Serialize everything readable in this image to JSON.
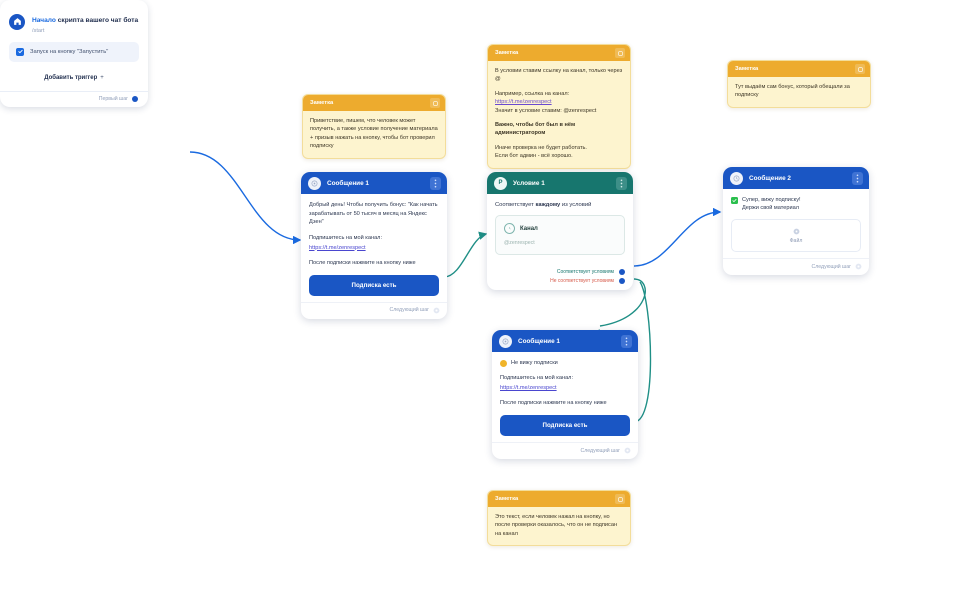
{
  "start_node": {
    "title_accent": "Начало",
    "title_rest": " скрипта вашего чат бота",
    "subtitle": "/start",
    "trigger_label": "Запуск на кнопку \"Запустить\"",
    "add_trigger_label": "Добавить триггер",
    "add_trigger_plus": "+",
    "footer_label": "Первый шаг",
    "icon": "home-icon",
    "accent_color": "#1a56c4"
  },
  "notes": [
    {
      "header": "Заметка",
      "paragraphs": [
        {
          "text": "Приветствие, пишем, что человек может получить, а также условие получение материала + призыв нажать на кнопку, чтобы бот проверил подписку"
        }
      ]
    },
    {
      "header": "Заметка",
      "paragraphs": [
        {
          "text": "В условии ставим ссылку на канал, только через @"
        },
        {
          "text": "Например, ссылка на канал:"
        },
        {
          "text": "https://t.me/zenrespect",
          "link": true
        },
        {
          "text": "Значит в условие ставим: @zenrespect"
        },
        {
          "text": "Важно, чтобы бот был в нём администратором",
          "bold": true
        },
        {
          "text": "Иначе проверка не будет работать."
        },
        {
          "text": "Если бот админ - всё хорошо."
        }
      ]
    },
    {
      "header": "Заметка",
      "paragraphs": [
        {
          "text": "Тут выдаём сам бонус, который обещали за подписку"
        }
      ]
    },
    {
      "header": "Заметка",
      "paragraphs": [
        {
          "text": "Это текст, если человек нажал на кнопку, но после проверки оказалось, что он не подписан на канал"
        }
      ]
    }
  ],
  "message_1": {
    "title": "Сообщение 1",
    "menu_icon": "more-vertical-icon",
    "avatar_icon": "message-icon",
    "paragraphs": [
      {
        "text": "Добрый день! Чтобы получить бонус: \"Как начать зарабатывать от 50 тысяч в месяц на Яндекс Дзен\""
      },
      {
        "text": "Подпишитесь на мой канал:"
      },
      {
        "text": "https://t.me/zenrespect",
        "link": true
      },
      {
        "text": "После подписки нажмите на кнопку ниже"
      }
    ],
    "button_label": "Подписка есть",
    "footer_label": "Следующий шаг",
    "header_color": "#1a56c4"
  },
  "condition_1": {
    "title": "Условие 1",
    "avatar_letter": "P",
    "menu_icon": "more-vertical-icon",
    "lead_prefix": "Соответствует ",
    "lead_bold": "каждому",
    "lead_suffix": " из условий",
    "item_title": "Канал",
    "item_icon": "clock-icon",
    "item_sub": "@zenrespect",
    "output_yes": "Соответствует условиям",
    "output_no": "Не соответствует условиям",
    "header_color": "#17766e",
    "yes_color": "#17766e",
    "no_color": "#d65a4a"
  },
  "message_2": {
    "title": "Сообщение 2",
    "menu_icon": "more-vertical-icon",
    "avatar_icon": "clock-icon",
    "emoji_name": "check-mark-button-emoji",
    "emoji_text": "Супер, вижу подписку!\nДержи свой материал",
    "file_icon": "file-icon",
    "file_label": "Файл",
    "footer_label": "Следующий шаг",
    "header_color": "#1a56c4"
  },
  "message_3": {
    "title": "Сообщение 1",
    "menu_icon": "more-vertical-icon",
    "avatar_icon": "message-icon",
    "emoji_name": "confused-face-emoji",
    "emoji_text": "Не вижу подписки",
    "paragraphs": [
      {
        "text": "Подпишитесь на мой канал:"
      },
      {
        "text": "https://t.me/zenrespect",
        "link": true
      },
      {
        "text": "После подписки нажмите на кнопку ниже"
      }
    ],
    "button_label": "Подписка есть",
    "footer_label": "Следующий шаг",
    "header_color": "#1a56c4"
  },
  "edges": {
    "blue_color": "#1a6ae0",
    "teal_color": "#1f8f86"
  }
}
